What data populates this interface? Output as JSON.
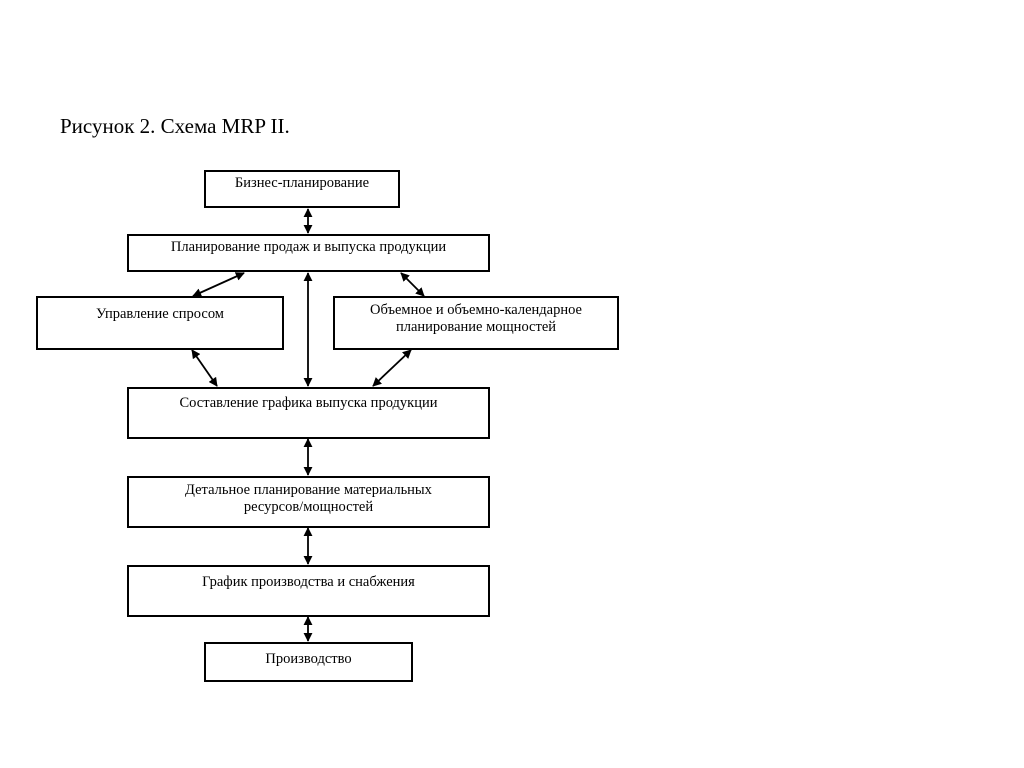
{
  "caption": "Рисунок 2. Схема MRP II.",
  "nodes": {
    "business_planning": "Бизнес-планирование",
    "sales_planning": "Планирование продаж и выпуска продукции",
    "demand_management": "Управление спросом",
    "capacity_planning": {
      "line1": "Объемное и объемно-календарное",
      "line2": "планирование мощностей"
    },
    "production_schedule": "Составление графика выпуска продукции",
    "material_planning": {
      "line1": "Детальное планирование материальных",
      "line2": "ресурсов/мощностей"
    },
    "production_supply_schedule": "График производства и снабжения",
    "production": "Производство"
  }
}
